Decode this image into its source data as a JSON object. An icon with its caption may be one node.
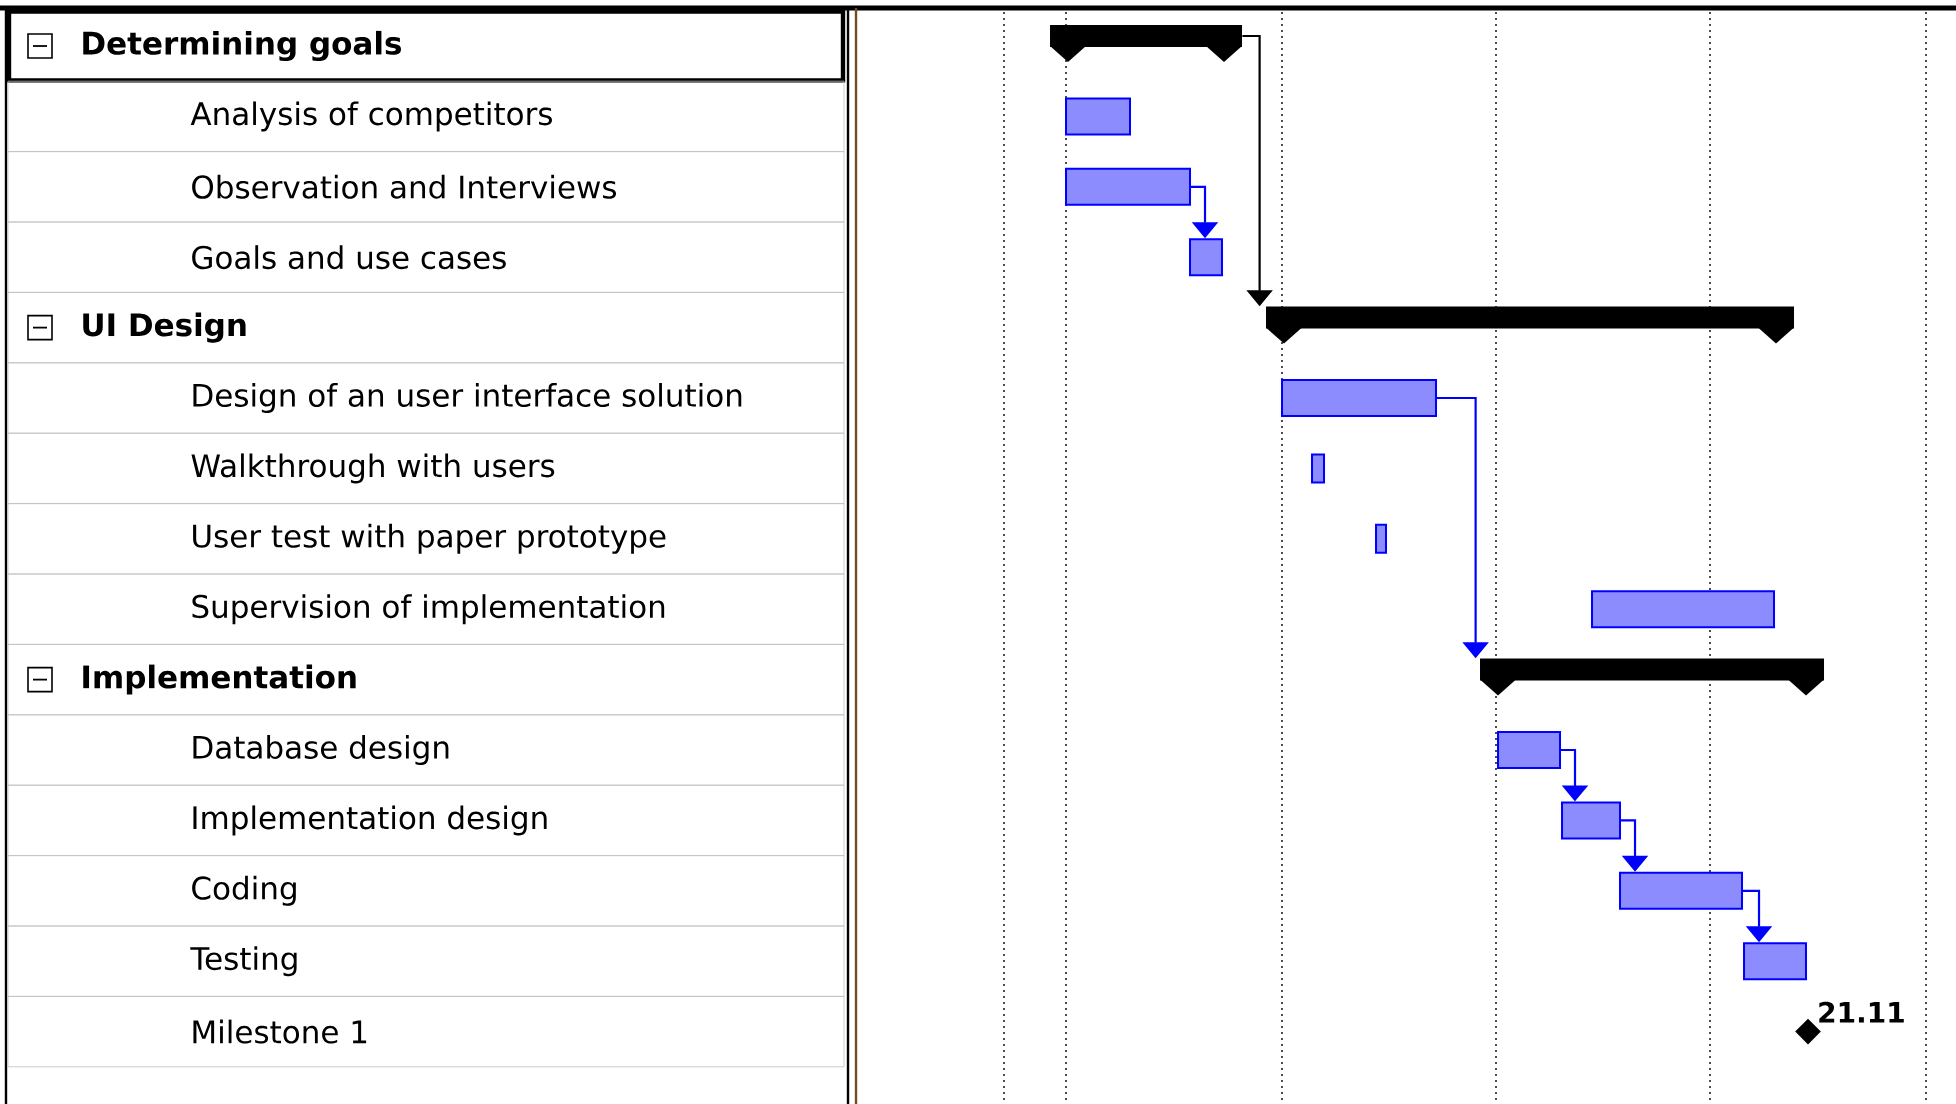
{
  "diagram": {
    "nodes": [
      {
        "text": [
          "Determining goals"
        ]
      },
      {
        "text": [
          "Analysis of competitors"
        ]
      },
      {
        "text": [
          "Observation and Interviews"
        ]
      },
      {
        "text": [
          "Goals and use cases"
        ]
      },
      {
        "text": [
          "UI Design"
        ]
      },
      {
        "text": [
          "Design of an user interface solution"
        ]
      },
      {
        "text": [
          "Walkthrough with users"
        ]
      },
      {
        "text": [
          "User test with paper prototype"
        ]
      },
      {
        "text": [
          "Supervision of implementation"
        ]
      },
      {
        "text": [
          "Implementation"
        ]
      },
      {
        "text": [
          "Database design"
        ]
      },
      {
        "text": [
          "Implementation design"
        ]
      },
      {
        "text": [
          "Coding"
        ]
      },
      {
        "text": [
          "Testing"
        ]
      },
      {
        "text": [
          "Milestone 1"
        ]
      },
      {
        "text": [],
        "shape": "bar"
      },
      {
        "text": [],
        "shape": "bar"
      },
      {
        "text": [],
        "shape": "bar"
      },
      {
        "text": [],
        "shape": "bar"
      },
      {
        "text": [],
        "shape": "bar"
      },
      {
        "text": [],
        "shape": "bar"
      },
      {
        "text": [],
        "shape": "bar"
      },
      {
        "text": [],
        "shape": "bar"
      },
      {
        "text": [],
        "shape": "bar"
      },
      {
        "text": [],
        "shape": "bar"
      },
      {
        "text": [],
        "shape": "bar"
      },
      {
        "text": [],
        "shape": "bar"
      },
      {
        "text": [],
        "shape": "bar"
      },
      {
        "text": [],
        "shape": "bar"
      },
      {
        "text": [],
        "shape": "diamond",
        "beside": [
          "21.11"
        ]
      }
    ],
    "edges": [
      {
        "from": 15,
        "to": 19,
        "arrow": "to",
        "color": "#000000"
      },
      {
        "from": 17,
        "to": 18,
        "arrow": "to"
      },
      {
        "from": 20,
        "to": 24,
        "arrow": "to"
      },
      {
        "from": 25,
        "to": 26,
        "arrow": "to"
      },
      {
        "from": 26,
        "to": 27,
        "arrow": "to"
      },
      {
        "from": 27,
        "to": 28,
        "arrow": "to"
      }
    ]
  }
}
